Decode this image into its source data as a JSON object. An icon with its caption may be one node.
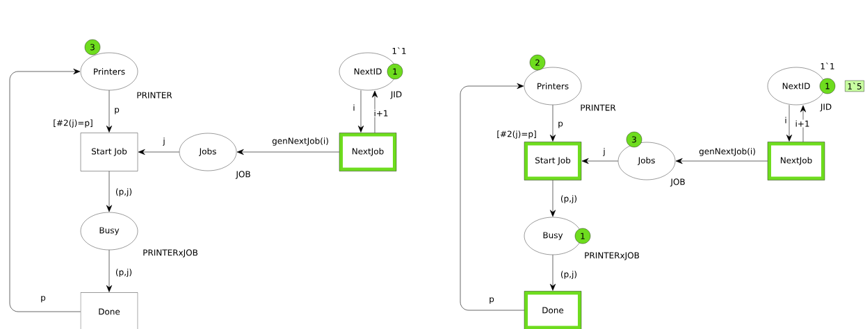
{
  "diagram": {
    "nodes": [
      {
        "text": [
          "Printers"
        ],
        "beside": [
          "PRINTER"
        ]
      },
      {
        "text": [
          "NextID"
        ],
        "beside": [
          "1`1",
          "JID"
        ]
      },
      {
        "text": [
          "Start Job"
        ],
        "beside": [
          "[#2(j)=p]"
        ]
      },
      {
        "text": [
          "Jobs"
        ],
        "beside": [
          "JOB"
        ]
      },
      {
        "text": [
          "NextJob"
        ]
      },
      {
        "text": [
          "Busy"
        ],
        "beside": [
          "PRINTERxJOB"
        ]
      },
      {
        "text": [
          "Done"
        ]
      },
      {
        "text": [
          "3"
        ]
      },
      {
        "text": [
          "1"
        ]
      },
      {
        "text": [
          "Printers"
        ],
        "beside": [
          "PRINTER"
        ]
      },
      {
        "text": [
          "NextID"
        ],
        "beside": [
          "1`1",
          "JID"
        ]
      },
      {
        "text": [
          "Start Job"
        ],
        "beside": [
          "[#2(j)=p]"
        ]
      },
      {
        "text": [
          "Jobs"
        ],
        "beside": [
          "JOB"
        ]
      },
      {
        "text": [
          "NextJob"
        ]
      },
      {
        "text": [
          "Busy"
        ],
        "beside": [
          "PRINTERxJOB"
        ]
      },
      {
        "text": [
          "Done"
        ]
      },
      {
        "text": [
          "2"
        ]
      },
      {
        "text": [
          "1"
        ]
      },
      {
        "text": [
          "1`5"
        ]
      },
      {
        "text": [
          "3"
        ]
      },
      {
        "text": [
          "1"
        ]
      }
    ],
    "edges": [
      {
        "from": 0,
        "to": 2,
        "arrow": "to",
        "label": "p"
      },
      {
        "from": 3,
        "to": 2,
        "arrow": "to",
        "label": "j"
      },
      {
        "from": 4,
        "to": 3,
        "arrow": "to",
        "label": "genNextJob(i)"
      },
      {
        "from": 1,
        "to": 4,
        "arrow": "to",
        "label": "i"
      },
      {
        "from": 4,
        "to": 1,
        "arrow": "to",
        "label": "i+1"
      },
      {
        "from": 2,
        "to": 5,
        "arrow": "to",
        "label": "(p,j)"
      },
      {
        "from": 5,
        "to": 6,
        "arrow": "to",
        "label": "(p,j)"
      },
      {
        "from": 6,
        "to": 0,
        "arrow": "to",
        "label": "p"
      },
      {
        "from": 9,
        "to": 11,
        "arrow": "to",
        "label": "p"
      },
      {
        "from": 12,
        "to": 11,
        "arrow": "to",
        "label": "j"
      },
      {
        "from": 13,
        "to": 12,
        "arrow": "to",
        "label": "genNextJob(i)"
      },
      {
        "from": 10,
        "to": 13,
        "arrow": "to",
        "label": "i"
      },
      {
        "from": 13,
        "to": 10,
        "arrow": "to",
        "label": "i+1"
      },
      {
        "from": 11,
        "to": 14,
        "arrow": "to",
        "label": "(p,j)"
      },
      {
        "from": 14,
        "to": 15,
        "arrow": "to",
        "label": "(p,j)"
      },
      {
        "from": 15,
        "to": 9,
        "arrow": "to",
        "label": "p"
      }
    ]
  }
}
